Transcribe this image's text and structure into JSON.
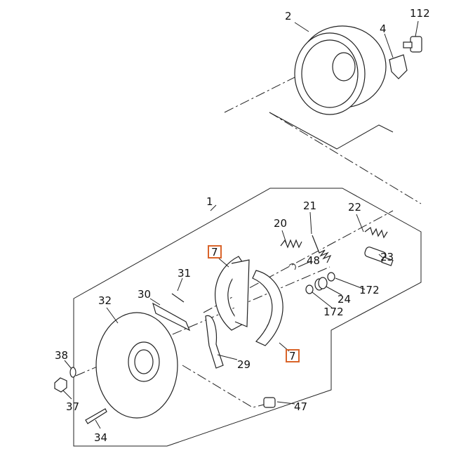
{
  "callouts": {
    "drum": "2",
    "plate": "4",
    "bolt": "112",
    "assembly": "1",
    "spring_21": "21",
    "adjuster_spring_22": "22",
    "spring_20": "20",
    "adjuster_23": "23",
    "shoe_front": "7",
    "clip_48": "48",
    "pin_31": "31",
    "spring_24": "24",
    "washer_172a": "172",
    "washer_172b": "172",
    "strut_30": "30",
    "backing_plate": "32",
    "washer_38": "38",
    "lever_29": "29",
    "shoe_rear": "7",
    "nut_37": "37",
    "bleeder_47": "47",
    "bolt_34": "34"
  },
  "highlight_color": "#d9642a"
}
